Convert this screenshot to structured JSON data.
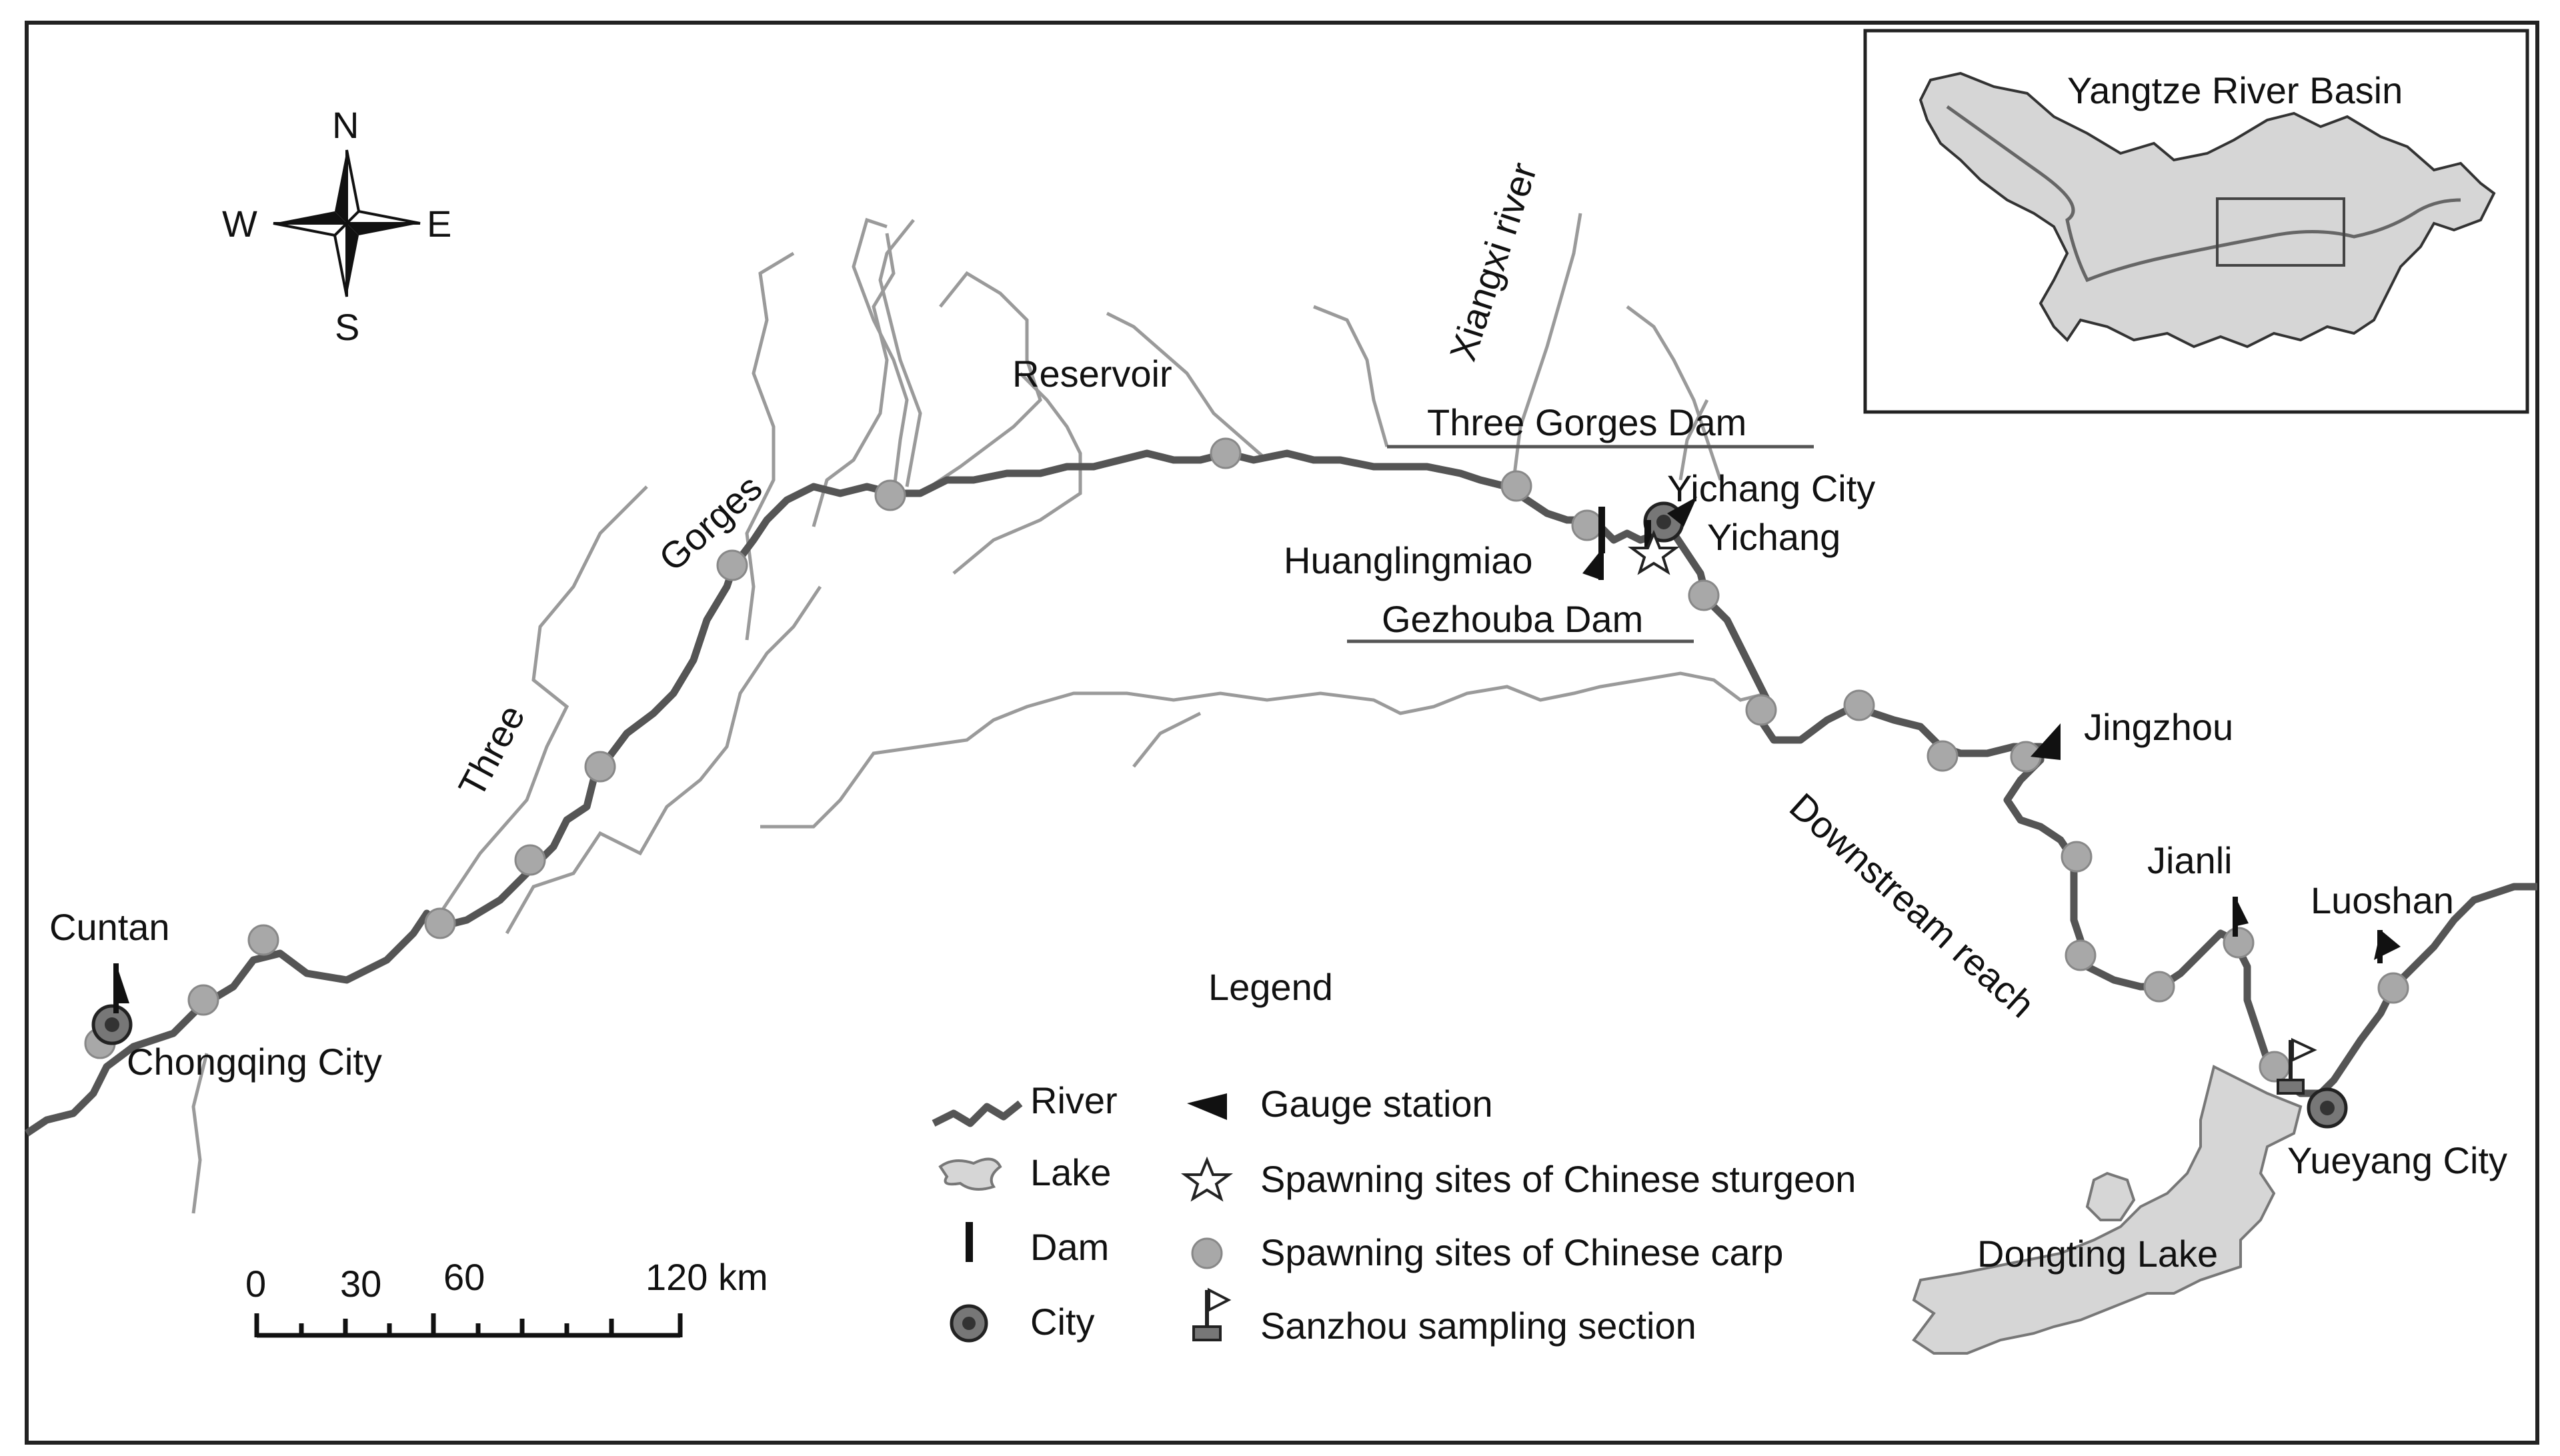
{
  "inset": {
    "title": "Yangtze River Basin"
  },
  "compass": {
    "north": "N",
    "south": "S",
    "east": "E",
    "west": "W"
  },
  "labels": {
    "cuntan": "Cuntan",
    "chongqing": "Chongqing City",
    "three": "Three",
    "gorges": "Gorges",
    "reservoir": "Reservoir",
    "xiangxi": "Xiangxi river",
    "three_gorges_dam": "Three Gorges Dam",
    "yichang_city": "Yichang City",
    "yichang": "Yichang",
    "huanglingmiao": "Huanglingmiao",
    "gezhouba_dam": "Gezhouba Dam",
    "jingzhou": "Jingzhou",
    "downstream": "Downstream reach",
    "jianli": "Jianli",
    "luoshan": "Luoshan",
    "yueyang": "Yueyang City",
    "dongting": "Dongting Lake"
  },
  "legend": {
    "title": "Legend",
    "river": "River",
    "lake": "Lake",
    "dam": "Dam",
    "city": "City",
    "gauge": "Gauge station",
    "sturgeon": "Spawning sites of Chinese sturgeon",
    "carp": "Spawning sites of Chinese carp",
    "sanzhou": "Sanzhou sampling section"
  },
  "scale": {
    "t0": "0",
    "t30": "30",
    "t60": "60",
    "t120": "120 km"
  },
  "colors": {
    "river_main": "#555555",
    "tributary": "#9a9a9a",
    "lake_fill": "#d6d6d6",
    "site_fill": "#a8a8a8",
    "border": "#222222"
  }
}
